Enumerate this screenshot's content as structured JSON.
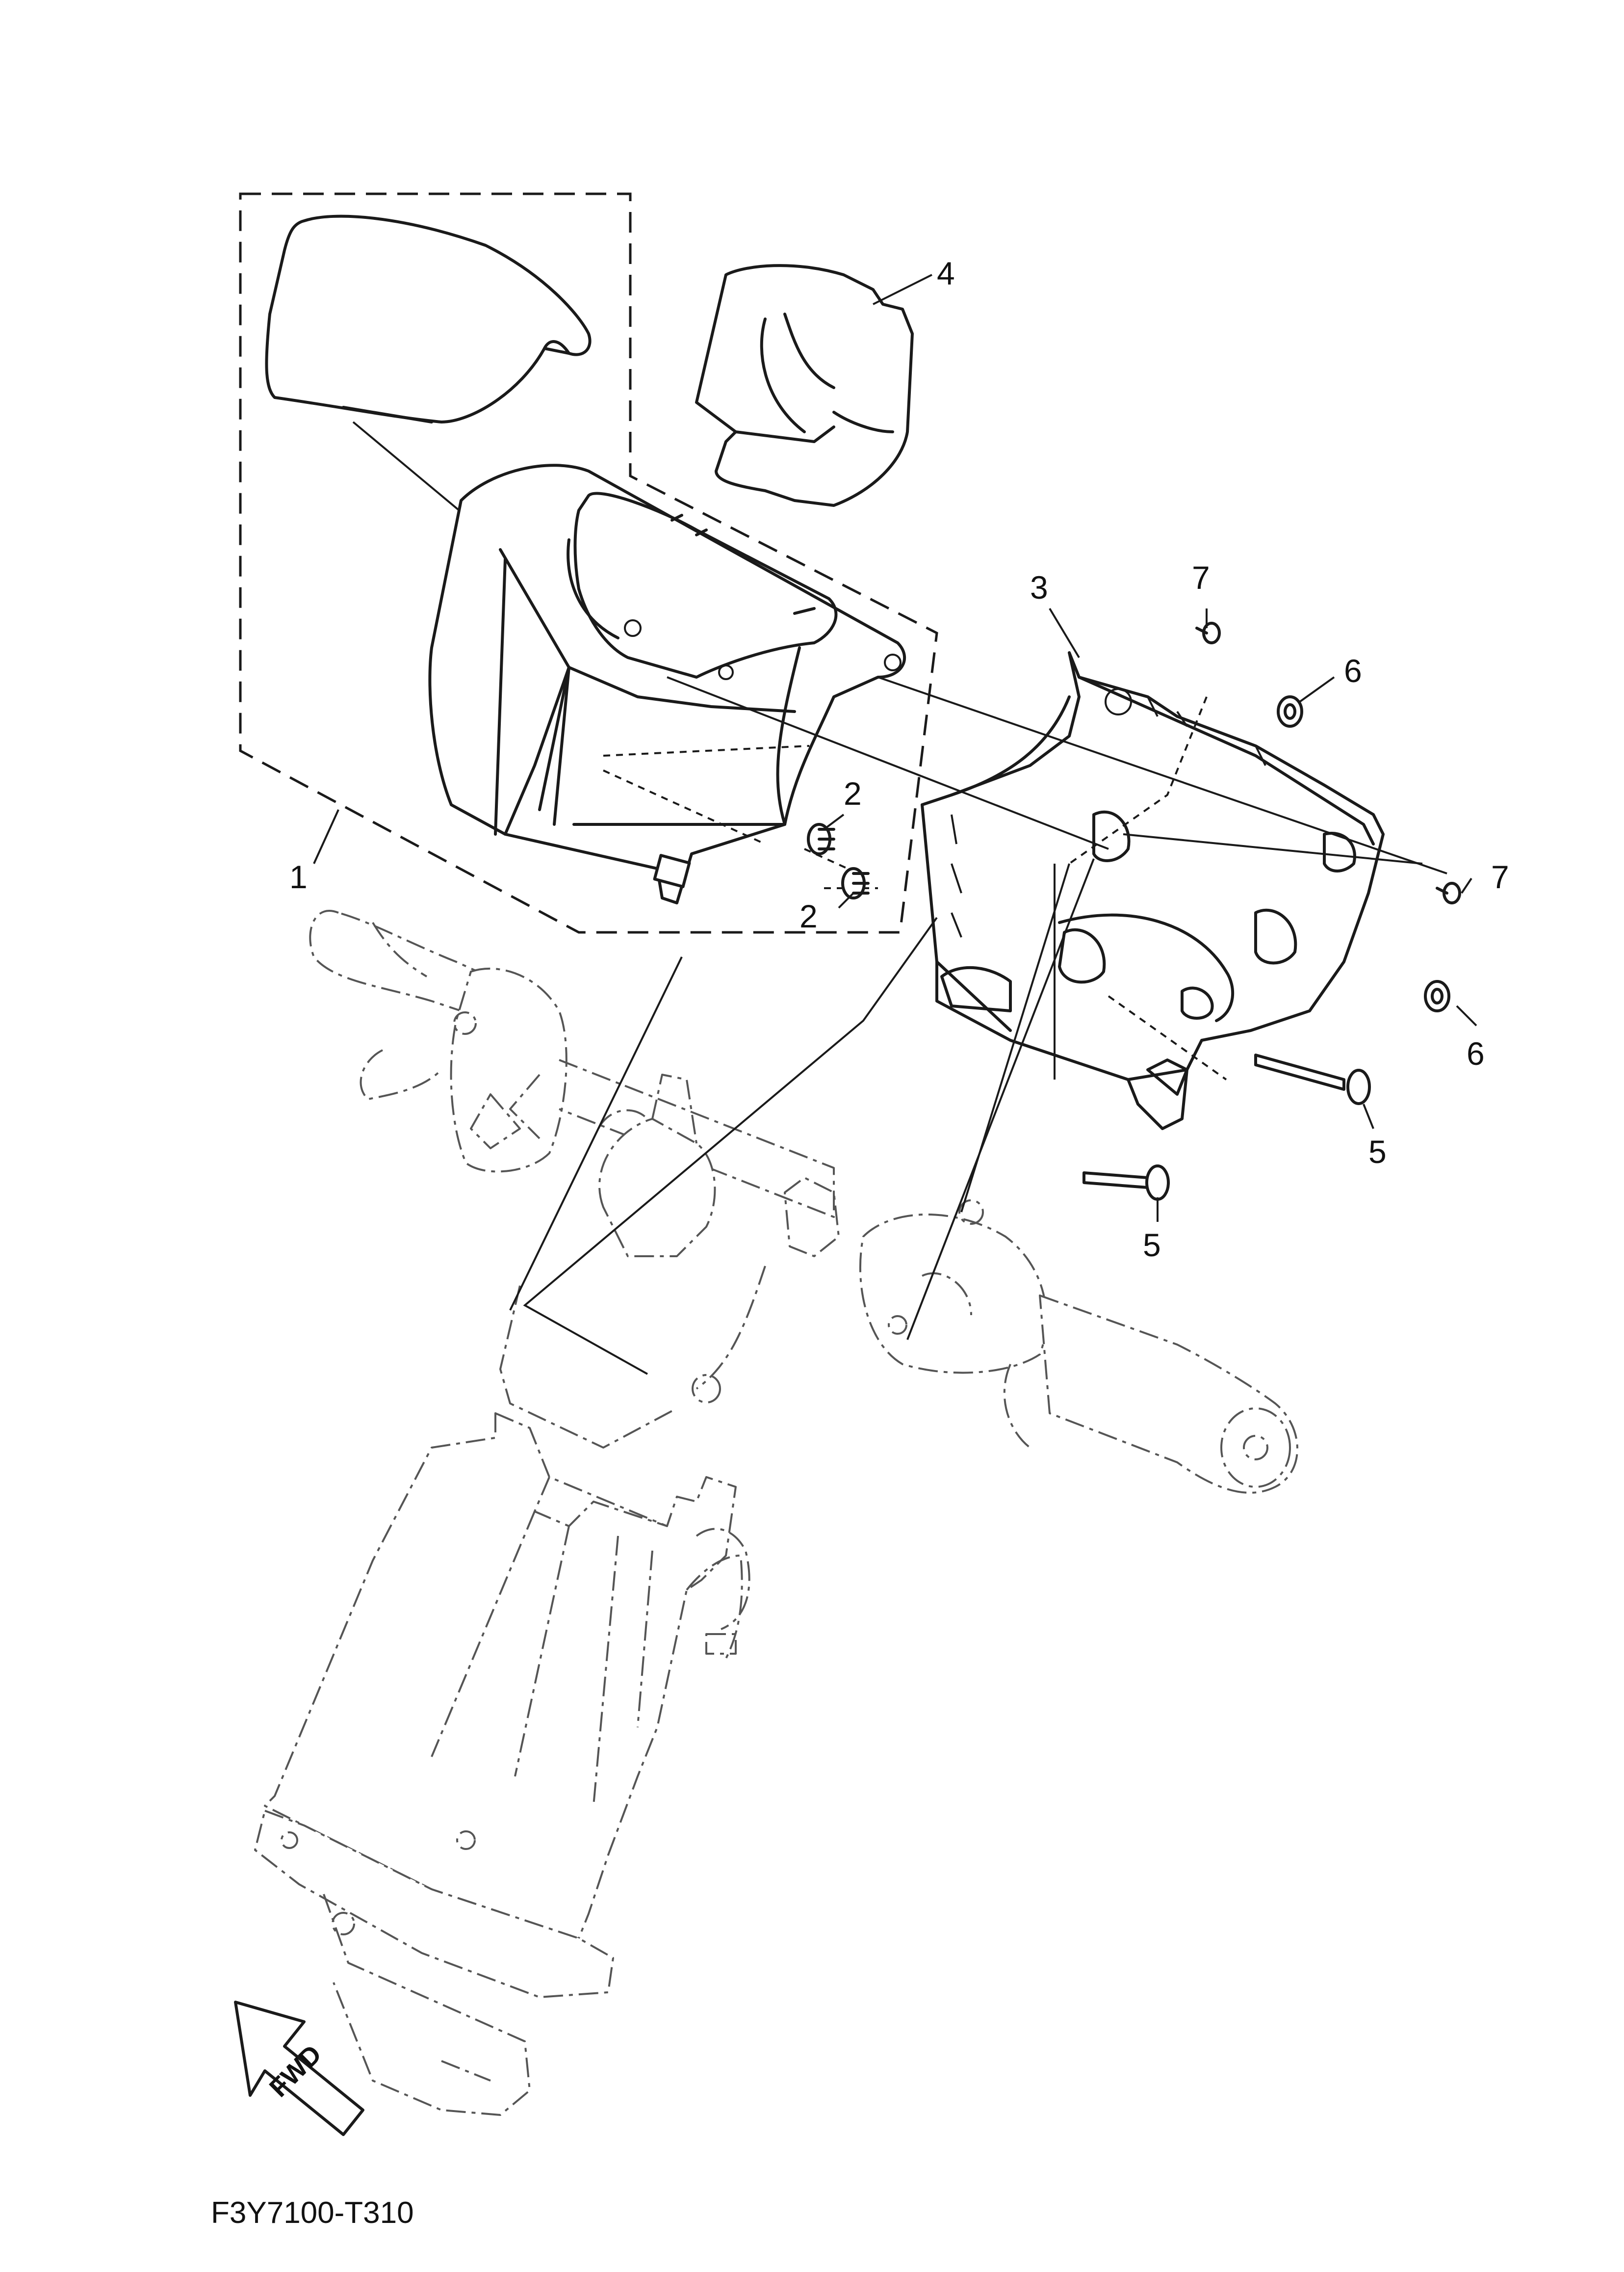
{
  "diagram_code": "F3Y7100-T310",
  "fwd_label": "FWD",
  "callouts": [
    {
      "id": "callout-1",
      "label": "1"
    },
    {
      "id": "callout-2a",
      "label": "2"
    },
    {
      "id": "callout-2b",
      "label": "2"
    },
    {
      "id": "callout-3",
      "label": "3"
    },
    {
      "id": "callout-4",
      "label": "4"
    },
    {
      "id": "callout-5a",
      "label": "5"
    },
    {
      "id": "callout-5b",
      "label": "5"
    },
    {
      "id": "callout-6a",
      "label": "6"
    },
    {
      "id": "callout-6b",
      "label": "6"
    },
    {
      "id": "callout-7a",
      "label": "7"
    },
    {
      "id": "callout-7b",
      "label": "7"
    }
  ],
  "icons": [
    "fwd-arrow-icon"
  ],
  "colors": {
    "line": "#1a1a1a",
    "background": "#ffffff",
    "ghost": "#555555"
  }
}
